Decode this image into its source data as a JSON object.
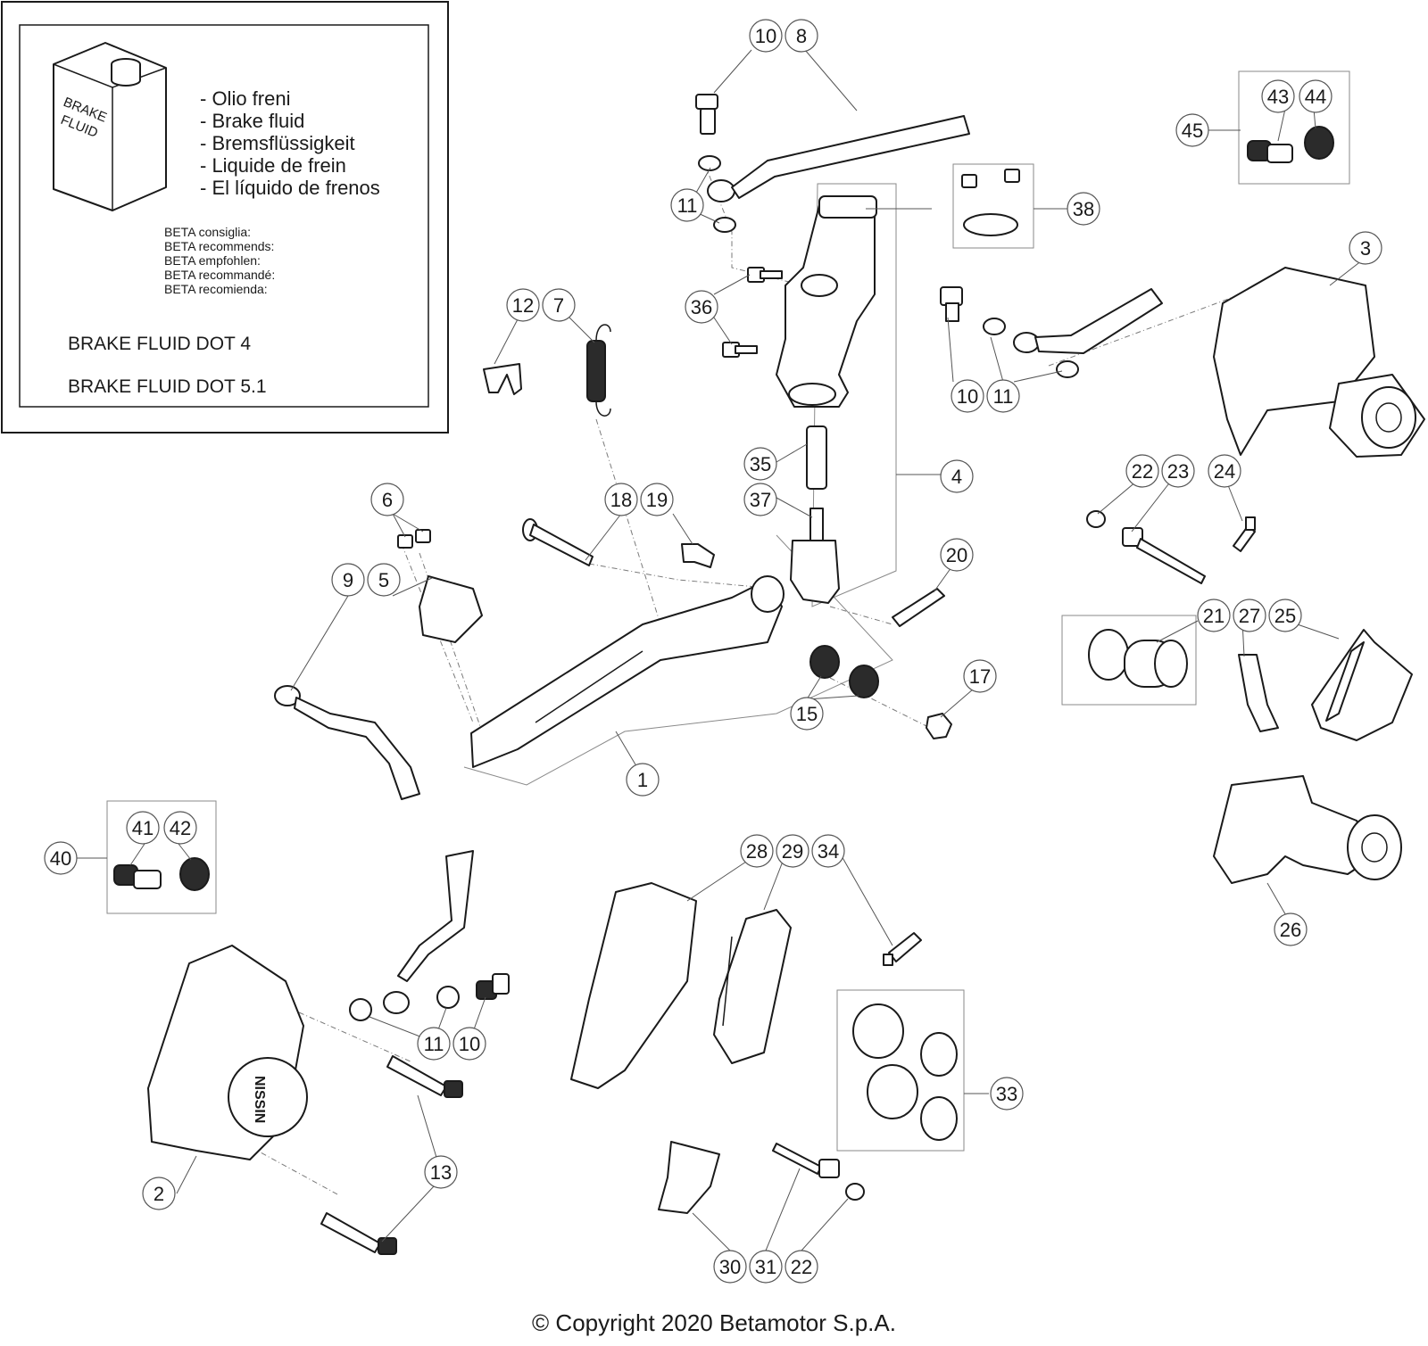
{
  "legend": {
    "can_label": [
      "BRAKE",
      "FLUID"
    ],
    "fluid_names": [
      "- Olio freni",
      "- Brake fluid",
      "- Bremsflüssigkeit",
      "- Liquide de frein",
      "- El líquido de frenos"
    ],
    "recommends": [
      "BETA consiglia:",
      "BETA recommends:",
      "BETA empfohlen:",
      "BETA recommandé:",
      "BETA recomienda:"
    ],
    "fluids": [
      "BRAKE FLUID DOT 4",
      "BRAKE FLUID DOT 5.1"
    ]
  },
  "caliper_brand": "NISSIN",
  "copyright": "© Copyright 2020 Betamotor S.p.A.",
  "callouts": [
    {
      "id": "10",
      "part": "banjo bolt (upper)"
    },
    {
      "id": "8",
      "part": "brake hose (upper)"
    },
    {
      "id": "11",
      "part": "washer (upper)"
    },
    {
      "id": "43",
      "part": "bolt"
    },
    {
      "id": "44",
      "part": "cap"
    },
    {
      "id": "45",
      "part": "bolt kit"
    },
    {
      "id": "38",
      "part": "reservoir cap kit"
    },
    {
      "id": "3",
      "part": "rear caliper"
    },
    {
      "id": "12",
      "part": "clip"
    },
    {
      "id": "7",
      "part": "spring"
    },
    {
      "id": "36",
      "part": "screw"
    },
    {
      "id": "10",
      "part": "banjo bolt (rear)"
    },
    {
      "id": "11",
      "part": "washer (rear)"
    },
    {
      "id": "35",
      "part": "pushrod"
    },
    {
      "id": "4",
      "part": "master cylinder"
    },
    {
      "id": "37",
      "part": "clevis"
    },
    {
      "id": "22",
      "part": "cap"
    },
    {
      "id": "23",
      "part": "pin"
    },
    {
      "id": "24",
      "part": "bleeder"
    },
    {
      "id": "6",
      "part": "screw"
    },
    {
      "id": "18",
      "part": "pivot bolt"
    },
    {
      "id": "19",
      "part": "bracket"
    },
    {
      "id": "9",
      "part": "hose"
    },
    {
      "id": "5",
      "part": "pedal tip"
    },
    {
      "id": "20",
      "part": "cotter pin"
    },
    {
      "id": "21",
      "part": "piston kit"
    },
    {
      "id": "27",
      "part": "spring plate"
    },
    {
      "id": "25",
      "part": "pads"
    },
    {
      "id": "17",
      "part": "nut"
    },
    {
      "id": "15",
      "part": "bearing"
    },
    {
      "id": "1",
      "part": "brake pedal"
    },
    {
      "id": "40",
      "part": "bolt"
    },
    {
      "id": "41",
      "part": "cap"
    },
    {
      "id": "42",
      "part": "bolt kit"
    },
    {
      "id": "28",
      "part": "bracket"
    },
    {
      "id": "29",
      "part": "pads"
    },
    {
      "id": "34",
      "part": "bleeder"
    },
    {
      "id": "26",
      "part": "caliper bracket"
    },
    {
      "id": "11",
      "part": "washer (front)"
    },
    {
      "id": "10",
      "part": "banjo bolt (front)"
    },
    {
      "id": "33",
      "part": "piston kit"
    },
    {
      "id": "2",
      "part": "front caliper"
    },
    {
      "id": "13",
      "part": "bolt"
    },
    {
      "id": "30",
      "part": "spring plate"
    },
    {
      "id": "31",
      "part": "pin"
    },
    {
      "id": "22",
      "part": "cap"
    }
  ]
}
